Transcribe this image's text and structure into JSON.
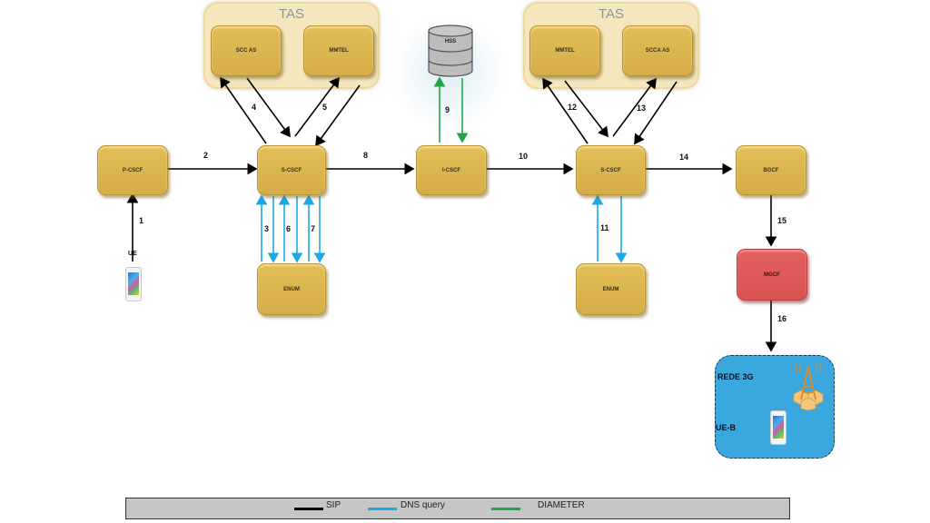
{
  "groups": [
    {
      "title": "TAS",
      "members": [
        "SCC AS",
        "MMTEL"
      ]
    },
    {
      "title": "TAS",
      "members": [
        "MMTEL",
        "SCCA AS"
      ]
    }
  ],
  "nodes": {
    "tas1_scc": "SCC AS",
    "tas1_mmtel": "MMTEL",
    "tas2_mmtel": "MMTEL",
    "tas2_scca": "SCCA AS",
    "hss": "HSS",
    "pcscf": "P-CSCF",
    "scscf1": "S-CSCF",
    "icscf": "I-CSCF",
    "scscf2": "S-CSCF",
    "bgcf": "BGCF",
    "enum1": "ENUM",
    "enum2": "ENUM",
    "mgcf": "MGCF",
    "ue": "UE",
    "ueb": "UE-B",
    "network3g": "REDE 3G"
  },
  "steps": [
    "1",
    "2",
    "3",
    "4",
    "5",
    "6",
    "7",
    "8",
    "9",
    "10",
    "11",
    "12",
    "13",
    "14",
    "15",
    "16"
  ],
  "legend": [
    {
      "label": "SIP",
      "color": "#000000"
    },
    {
      "label": "DNS query",
      "color": "#1aa9e6"
    },
    {
      "label": "DIAMETER",
      "color": "#1fa64a"
    }
  ]
}
